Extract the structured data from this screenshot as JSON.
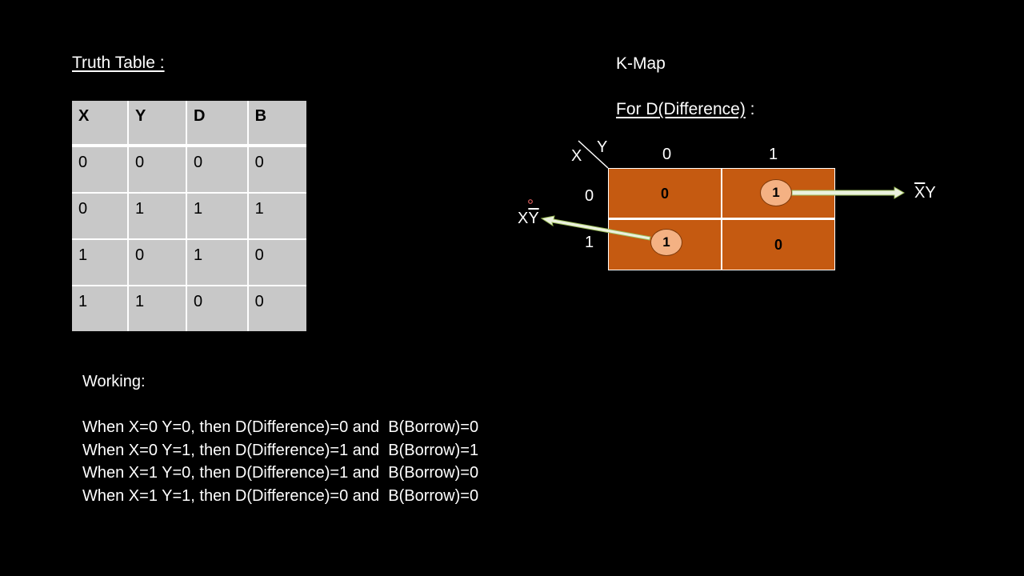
{
  "truth_table": {
    "title": "Truth Table :",
    "headers": [
      "X",
      "Y",
      "D",
      "B"
    ],
    "rows": [
      [
        "0",
        "0",
        "0",
        "0"
      ],
      [
        "0",
        "1",
        "1",
        "1"
      ],
      [
        "1",
        "0",
        "1",
        "0"
      ],
      [
        "1",
        "1",
        "0",
        "0"
      ]
    ]
  },
  "kmap": {
    "heading": "K-Map",
    "subtitle": "For D(Difference)",
    "subtitle_suffix": " :",
    "row_var": "X",
    "col_var": "Y",
    "col_headers": [
      "0",
      "1"
    ],
    "row_headers": [
      "0",
      "1"
    ],
    "cells": {
      "r0c0": "0",
      "r0c1": "1",
      "r1c0": "1",
      "r1c1": "0"
    },
    "term_right": {
      "bar": "X",
      "rest": "Y"
    },
    "term_left": {
      "first": "X",
      "bar": "Y"
    }
  },
  "working": {
    "title": "Working:",
    "lines": [
      "When X=0 Y=0, then D(Difference)=0 and  B(Borrow)=0",
      "When X=0 Y=1, then D(Difference)=1 and  B(Borrow)=1",
      "When X=1 Y=0, then D(Difference)=1 and  B(Borrow)=0",
      "When X=1 Y=1, then D(Difference)=0 and  B(Borrow)=0"
    ]
  },
  "colors": {
    "background": "#000000",
    "table_fill": "#c8c8c8",
    "kmap_fill": "#c55a11",
    "circle_fill": "#f4b183",
    "arrow_fill": "#ebf1de"
  }
}
